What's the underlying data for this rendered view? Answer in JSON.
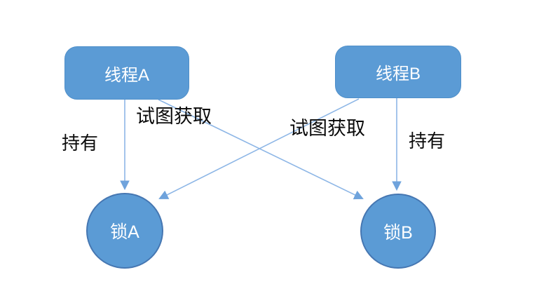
{
  "diagram": {
    "description": "Deadlock diagram: two threads each hold one lock and try to acquire the other",
    "background": "#ffffff",
    "nodes": {
      "thread_a": {
        "label": "线程A",
        "shape": "rounded-rect"
      },
      "thread_b": {
        "label": "线程B",
        "shape": "rounded-rect"
      },
      "lock_a": {
        "label": "锁A",
        "shape": "circle"
      },
      "lock_b": {
        "label": "锁B",
        "shape": "circle"
      }
    },
    "edges": [
      {
        "from": "线程A",
        "to": "锁A",
        "label": "持有"
      },
      {
        "from": "线程A",
        "to": "锁B",
        "label": "试图获取"
      },
      {
        "from": "线程B",
        "to": "锁B",
        "label": "持有"
      },
      {
        "from": "线程B",
        "to": "锁A",
        "label": "试图获取"
      }
    ],
    "colors": {
      "node_fill": "#5b9bd5",
      "node_border": "#4677b2",
      "node_text": "#ffffff",
      "arrow_line": "#8db6e6",
      "arrow_head": "#6fa3dc",
      "label_text": "#0a0a0a"
    }
  }
}
